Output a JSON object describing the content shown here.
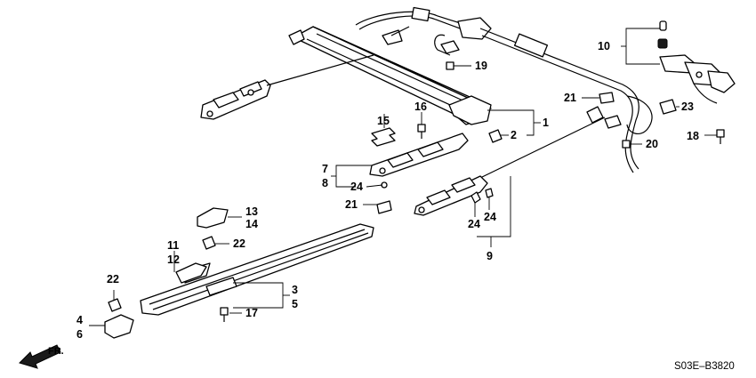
{
  "diagram_code": "S03E–B3820",
  "direction_label": "FR.",
  "callouts": {
    "c1": "1",
    "c2": "2",
    "c3": "3",
    "c4": "4",
    "c5": "5",
    "c6": "6",
    "c7": "7",
    "c8": "8",
    "c9": "9",
    "c10": "10",
    "c11": "11",
    "c12": "12",
    "c13": "13",
    "c14": "14",
    "c15": "15",
    "c16": "16",
    "c17": "17",
    "c18": "18",
    "c19": "19",
    "c20": "20",
    "c21a": "21",
    "c21b": "21",
    "c22a": "22",
    "c22b": "22",
    "c23": "23",
    "c24a": "24",
    "c24b": "24",
    "c24c": "24"
  }
}
